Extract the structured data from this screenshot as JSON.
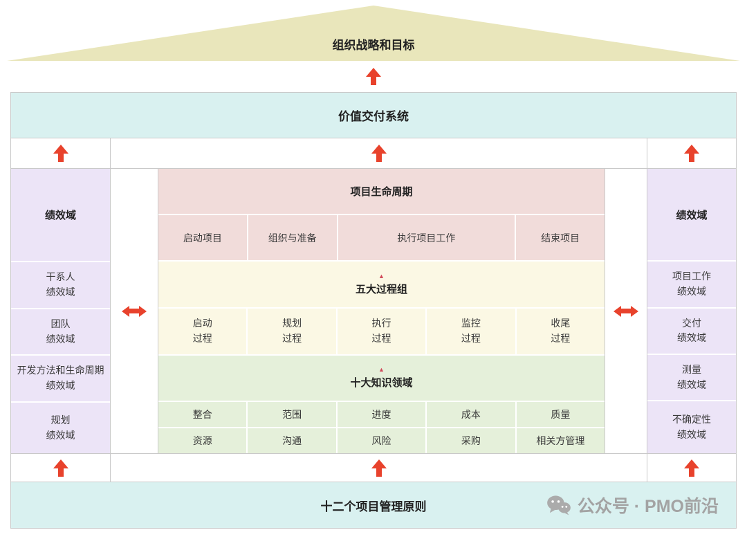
{
  "colors": {
    "roof": "#e9e6bb",
    "banner": "#d9f1f0",
    "purple": "#ece4f7",
    "pink": "#f1dcda",
    "yellow": "#fbf8e4",
    "green": "#e5f0da",
    "arrow_red": "#e8422c",
    "marker_red": "#d14a5a",
    "watermark_gray": "#a3a3a3"
  },
  "roof": {
    "title": "组织战略和目标"
  },
  "value_delivery": {
    "title": "价值交付系统"
  },
  "left_panel": {
    "header": "绩效域",
    "items": [
      "干系人\n绩效域",
      "团队\n绩效域",
      "开发方法和生命周期\n绩效域",
      "规划\n绩效域"
    ]
  },
  "right_panel": {
    "header": "绩效域",
    "items": [
      "项目工作\n绩效域",
      "交付\n绩效域",
      "测量\n绩效域",
      "不确定性\n绩效域"
    ]
  },
  "lifecycle": {
    "title": "项目生命周期",
    "phases": [
      "启动项目",
      "组织与准备",
      "执行项目工作",
      "结束项目"
    ]
  },
  "process_groups": {
    "title": "五大过程组",
    "items": [
      "启动\n过程",
      "规划\n过程",
      "执行\n过程",
      "监控\n过程",
      "收尾\n过程"
    ]
  },
  "knowledge_areas": {
    "title": "十大知识领域",
    "row1": [
      "整合",
      "范围",
      "进度",
      "成本",
      "质量"
    ],
    "row2": [
      "资源",
      "沟通",
      "风险",
      "采购",
      "相关方管理"
    ]
  },
  "principles": {
    "title": "十二个项目管理原则"
  },
  "watermark": {
    "label": "公众号 · PMO前沿"
  }
}
